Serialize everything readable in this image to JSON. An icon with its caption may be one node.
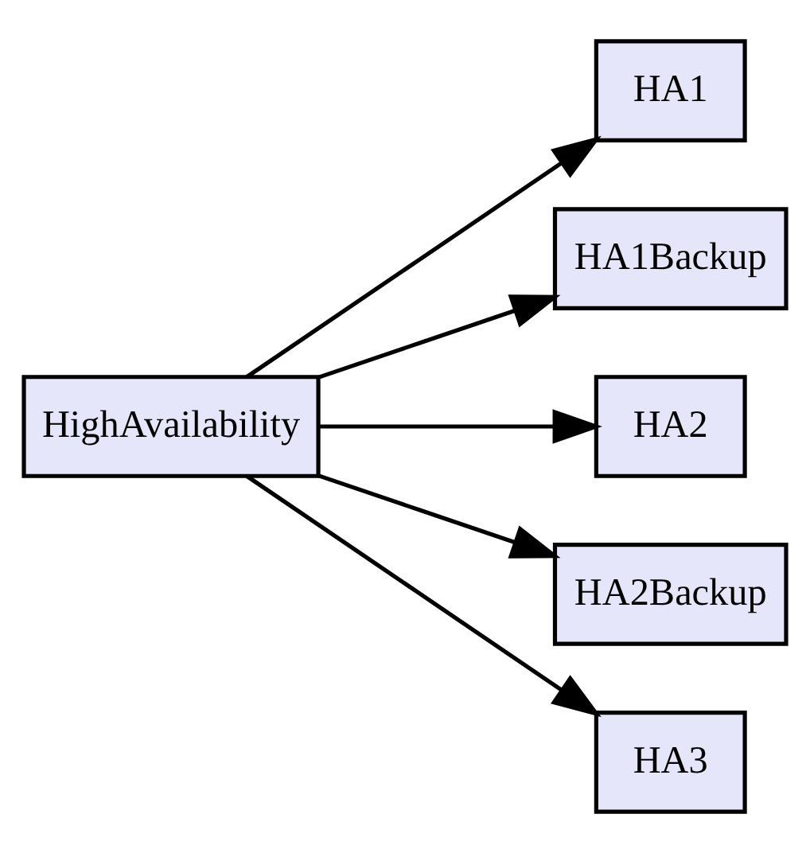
{
  "diagram": {
    "nodes": [
      {
        "text": [
          "HighAvailability"
        ]
      },
      {
        "text": [
          "HA1"
        ]
      },
      {
        "text": [
          "HA1Backup"
        ]
      },
      {
        "text": [
          "HA2"
        ]
      },
      {
        "text": [
          "HA2Backup"
        ]
      },
      {
        "text": [
          "HA3"
        ]
      }
    ],
    "edges": [
      {
        "from": 0,
        "to": 1,
        "arrow": "to"
      },
      {
        "from": 0,
        "to": 2,
        "arrow": "to"
      },
      {
        "from": 0,
        "to": 3,
        "arrow": "to"
      },
      {
        "from": 0,
        "to": 4,
        "arrow": "to"
      },
      {
        "from": 0,
        "to": 5,
        "arrow": "to"
      }
    ]
  }
}
